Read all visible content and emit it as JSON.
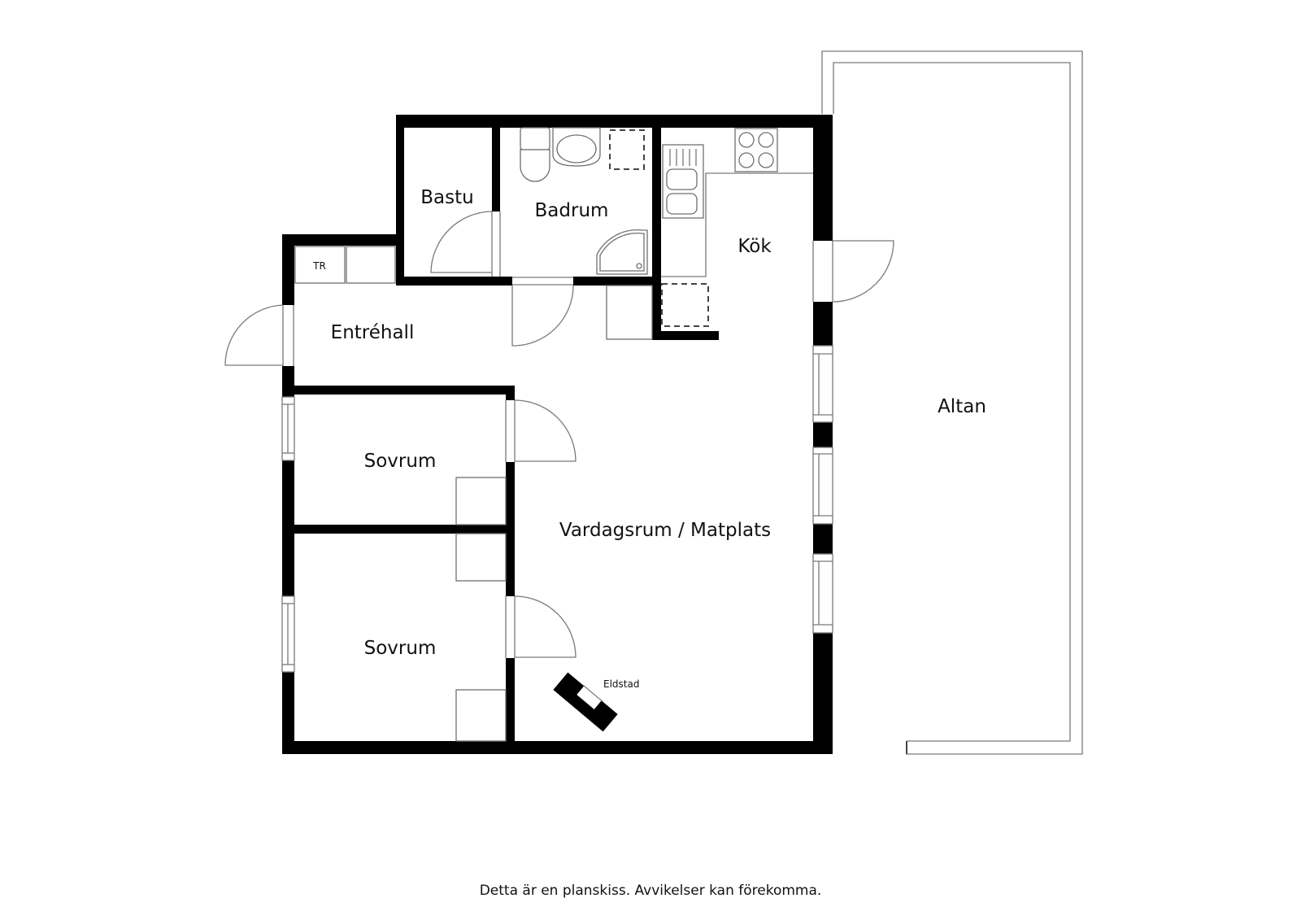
{
  "plan": {
    "rooms": {
      "bastu": "Bastu",
      "badrum": "Badrum",
      "kok": "Kök",
      "entrehall": "Entréhall",
      "sovrum_1": "Sovrum",
      "sovrum_2": "Sovrum",
      "vardagsrum": "Vardagsrum / Matplats",
      "altan": "Altan"
    },
    "labels": {
      "tr": "TR",
      "eldstad": "Eldstad"
    },
    "colors": {
      "wall": "#000000",
      "fixture_line": "#6f6f6f",
      "background": "#ffffff"
    }
  },
  "footer": {
    "disclaimer": "Detta är en planskiss. Avvikelser kan förekomma."
  }
}
